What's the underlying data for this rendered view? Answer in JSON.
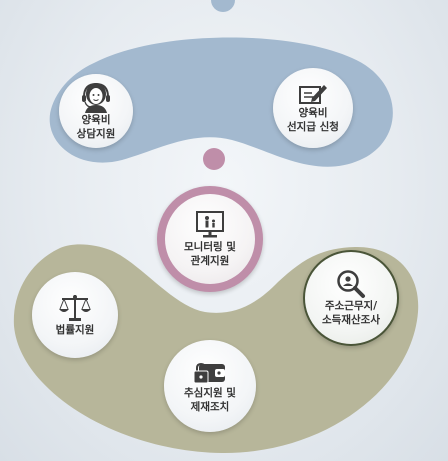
{
  "colors": {
    "top_band": "#a3b9cf",
    "bottom_band": "#b7b69a",
    "monitor_ring": "#bf8ea9",
    "icon_dark": "#3e3e3e",
    "address_ring": "#4a5538"
  },
  "nodes": {
    "parent_counsel": {
      "line1": "양육비",
      "line2": "상담지원",
      "icon": "headset-person-icon"
    },
    "advance_payment": {
      "line1": "양육비",
      "line2": "선지급 신청",
      "icon": "edit-form-icon"
    },
    "monitoring": {
      "line1": "모니터링 및",
      "line2": "관계지원",
      "icon": "monitor-family-icon"
    },
    "legal": {
      "line1": "법률지원",
      "icon": "scales-icon"
    },
    "address_search": {
      "line1": "주소근무지/",
      "line2": "소득재산조사",
      "icon": "person-search-icon"
    },
    "collection": {
      "line1": "추심지원 및",
      "line2": "제재조치",
      "icon": "wallet-lock-icon"
    }
  }
}
